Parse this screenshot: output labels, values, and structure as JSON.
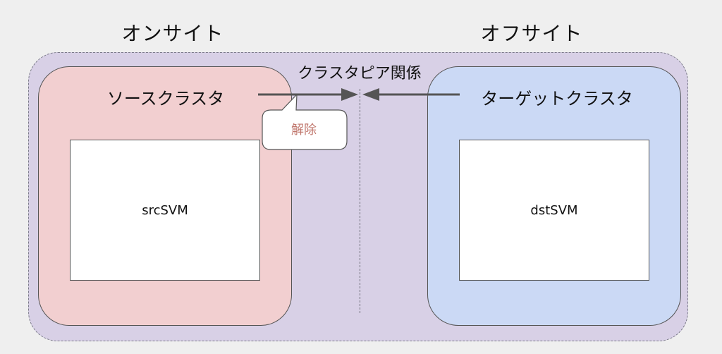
{
  "sites": {
    "onsite": "オンサイト",
    "offsite": "オフサイト"
  },
  "peer_relationship": {
    "label": "クラスタピア関係"
  },
  "source_cluster": {
    "label": "ソースクラスタ",
    "svm": "srcSVM"
  },
  "target_cluster": {
    "label": "ターゲットクラスタ",
    "svm": "dstSVM"
  },
  "callout": {
    "text": "解除"
  },
  "colors": {
    "background": "#efefef",
    "peer_region": "#d8d0e6",
    "source_cluster": "#f2cfd0",
    "target_cluster": "#cbd9f5",
    "callout_text": "#c0776d",
    "arrow": "#555555"
  }
}
